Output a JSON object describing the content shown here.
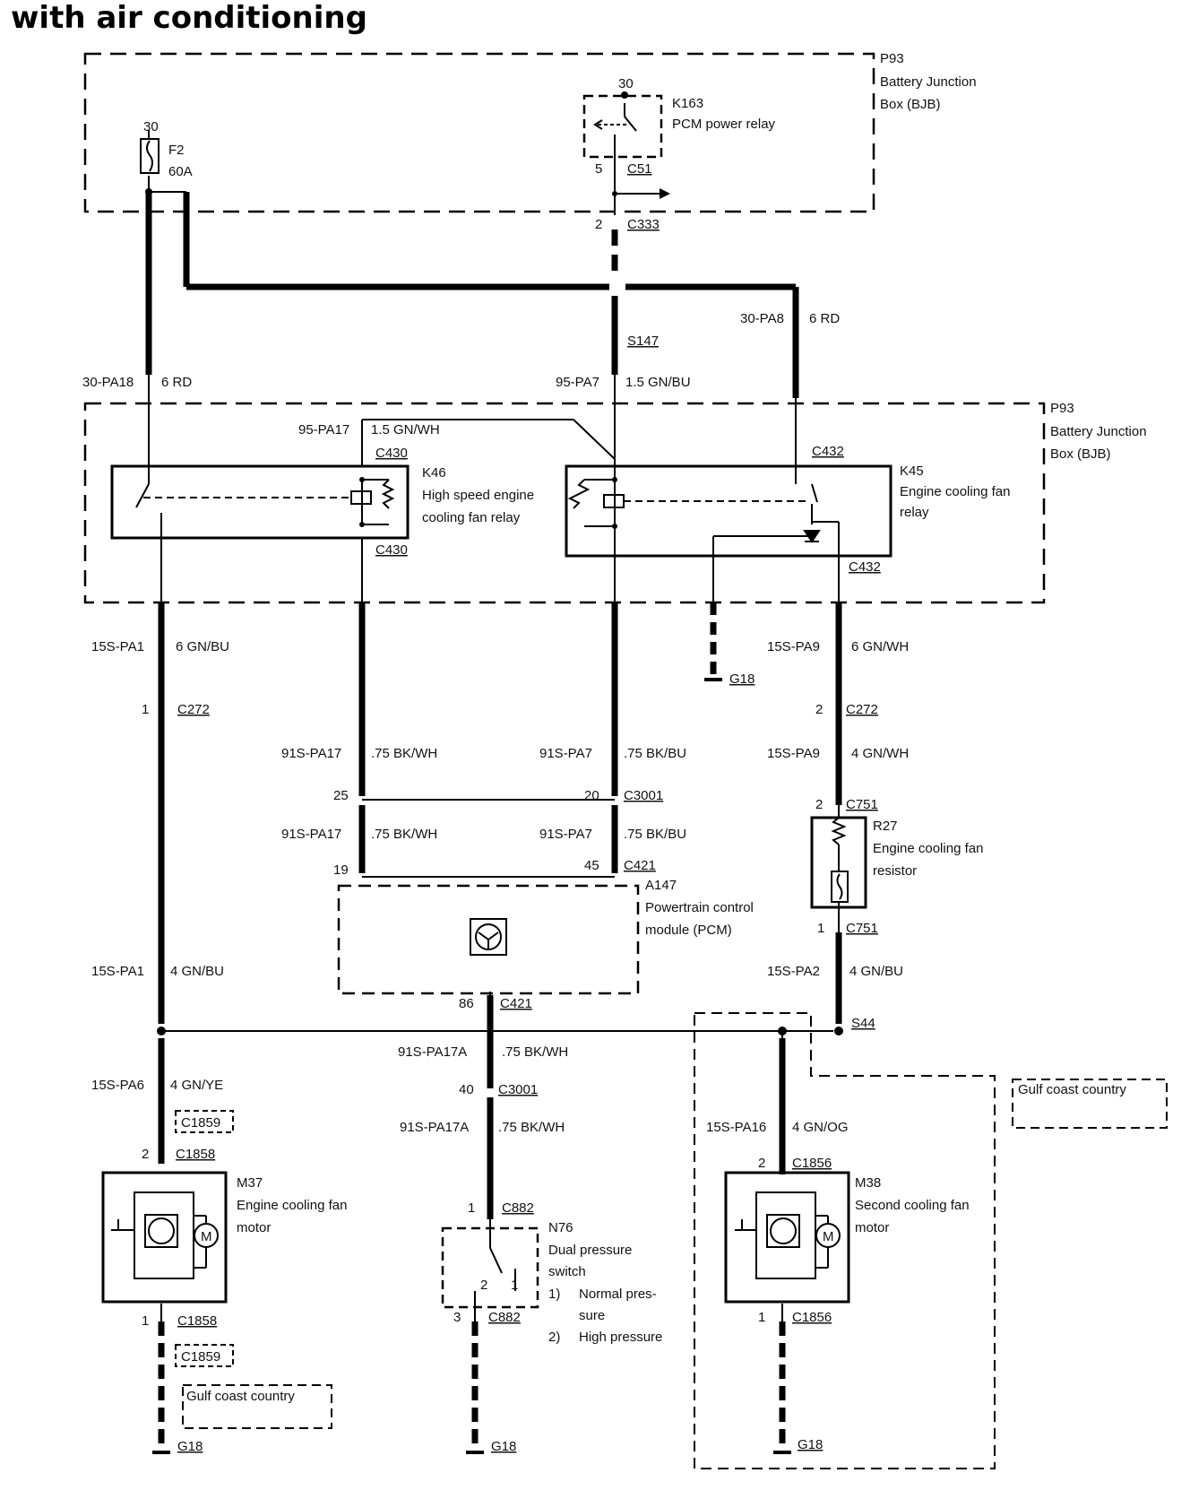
{
  "title": "with air conditioning",
  "bjb_top": {
    "id": "P93",
    "name_line1": "Battery Junction",
    "name_line2": "Box (BJB)"
  },
  "bjb_mid": {
    "id": "P93",
    "name_line1": "Battery Junction",
    "name_line2": "Box (BJB)"
  },
  "fuse": {
    "pin": "30",
    "id": "F2",
    "rating": "60A"
  },
  "k163": {
    "pin_top": "30",
    "id": "K163",
    "name": "PCM power relay",
    "pin_bottom": "5",
    "connector": "C51"
  },
  "c333": {
    "pin": "2",
    "connector": "C333"
  },
  "s147": "S147",
  "wire_30pa8": {
    "circuit": "30-PA8",
    "spec": "6 RD"
  },
  "wire_30pa18": {
    "circuit": "30-PA18",
    "spec": "6 RD"
  },
  "wire_95pa7": {
    "circuit": "95-PA7",
    "spec": "1.5 GN/BU"
  },
  "wire_95pa17": {
    "circuit": "95-PA17",
    "spec": "1.5 GN/WH"
  },
  "k46": {
    "id": "K46",
    "line1": "High speed engine",
    "line2": "cooling fan relay",
    "conn_top": "C430",
    "conn_bottom": "C430"
  },
  "k45": {
    "id": "K45",
    "line1": "Engine cooling fan",
    "line2": "relay",
    "conn_top": "C432",
    "conn_bottom": "C432"
  },
  "g18_mid": "G18",
  "wire_15spa1_top": {
    "circuit": "15S-PA1",
    "spec": "6 GN/BU"
  },
  "wire_15spa9_top": {
    "circuit": "15S-PA9",
    "spec": "6 GN/WH"
  },
  "c272_left": {
    "pin": "1",
    "connector": "C272"
  },
  "c272_right": {
    "pin": "2",
    "connector": "C272"
  },
  "wire_91spa17_a": {
    "circuit": "91S-PA17",
    "spec": ".75 BK/WH"
  },
  "wire_91spa7_a": {
    "circuit": "91S-PA7",
    "spec": ".75 BK/BU"
  },
  "wire_15spa9_b": {
    "circuit": "15S-PA9",
    "spec": "4 GN/WH"
  },
  "c3001_top": {
    "pin_left": "25",
    "pin_right": "20",
    "connector": "C3001"
  },
  "c751_top": {
    "pin": "2",
    "connector": "C751"
  },
  "r27": {
    "id": "R27",
    "line1": "Engine cooling fan",
    "line2": "resistor"
  },
  "wire_91spa17_b": {
    "circuit": "91S-PA17",
    "spec": ".75 BK/WH"
  },
  "wire_91spa7_b": {
    "circuit": "91S-PA7",
    "spec": ".75 BK/BU"
  },
  "c421_top": {
    "pin_left": "19",
    "pin_right": "45",
    "connector": "C421"
  },
  "a147": {
    "id": "A147",
    "line1": "Powertrain control",
    "line2": "module (PCM)"
  },
  "c751_bottom": {
    "pin": "1",
    "connector": "C751"
  },
  "wire_15spa1_b": {
    "circuit": "15S-PA1",
    "spec": "4 GN/BU"
  },
  "wire_15spa2": {
    "circuit": "15S-PA2",
    "spec": "4 GN/BU"
  },
  "c421_bottom": {
    "pin": "86",
    "connector": "C421"
  },
  "s44": "S44",
  "wire_91spa17a_a": {
    "circuit": "91S-PA17A",
    "spec": ".75 BK/WH"
  },
  "wire_15spa6": {
    "circuit": "15S-PA6",
    "spec": "4 GN/YE"
  },
  "c3001_bottom": {
    "pin": "40",
    "connector": "C3001"
  },
  "gulf_right": "Gulf coast country",
  "c1859_top": "C1859",
  "wire_91spa17a_b": {
    "circuit": "91S-PA17A",
    "spec": ".75 BK/WH"
  },
  "wire_15spa16": {
    "circuit": "15S-PA16",
    "spec": "4 GN/OG"
  },
  "c1858_top": {
    "pin": "2",
    "connector": "C1858"
  },
  "c1856_top": {
    "pin": "2",
    "connector": "C1856"
  },
  "c882_top": {
    "pin": "1",
    "connector": "C882"
  },
  "m37": {
    "id": "M37",
    "line1": "Engine cooling fan",
    "line2": "motor",
    "motor_symbol": "M"
  },
  "m38": {
    "id": "M38",
    "line1": "Second cooling fan",
    "line2": "motor",
    "motor_symbol": "M"
  },
  "n76": {
    "id": "N76",
    "line1": "Dual pressure",
    "line2": "switch",
    "pin_a": "2",
    "pin_b": "1",
    "note1_num": "1)",
    "note1_a": "Normal pres-",
    "note1_b": "sure",
    "note2_num": "2)",
    "note2": "High pressure"
  },
  "c882_bottom": {
    "pin": "3",
    "connector": "C882"
  },
  "c1858_bottom": {
    "pin": "1",
    "connector": "C1858"
  },
  "c1856_bottom": {
    "pin": "1",
    "connector": "C1856"
  },
  "c1859_bottom": "C1859",
  "gulf_left": "Gulf coast country",
  "g18_left": "G18",
  "g18_center": "G18",
  "g18_right": "G18"
}
